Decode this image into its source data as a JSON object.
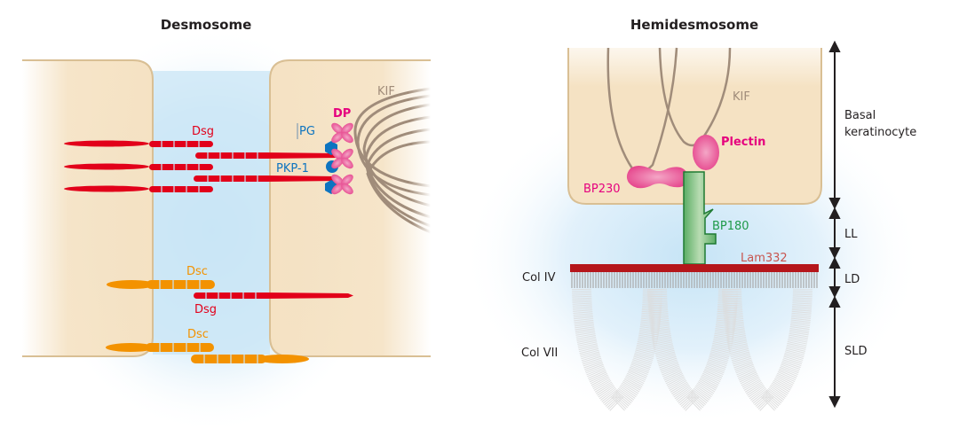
{
  "panels": {
    "desmosome": {
      "title": "Desmosome",
      "labels": {
        "dsg_top": "Dsg",
        "pg": "PG",
        "dp": "DP",
        "kif": "KIF",
        "pkp1": "PKP-1",
        "dsc_1": "Dsc",
        "dsg_bottom": "Dsg",
        "dsc_2": "Dsc"
      }
    },
    "hemidesmosome": {
      "title": "Hemidesmosome",
      "labels": {
        "kif": "KIF",
        "plectin": "Plectin",
        "bp230": "BP230",
        "bp180": "BP180",
        "lam332": "Lam332",
        "col_iv": "Col IV",
        "col_vii": "Col VII"
      },
      "layers": [
        {
          "id": "basal",
          "line1": "Basal",
          "line2": "keratinocyte"
        },
        {
          "id": "ll",
          "line1": "LL"
        },
        {
          "id": "ld",
          "line1": "LD"
        },
        {
          "id": "sld",
          "line1": "SLD"
        }
      ]
    }
  },
  "colors": {
    "cell_fill": "#f5e2c3",
    "cell_border": "#d9bf94",
    "intercellular": "#c6e4f6",
    "dsg": "#e2001a",
    "dsc": "#f39200",
    "pg_pkp": "#0d74c0",
    "dp_plectin": "#e5418a",
    "kif": "#a08c7a",
    "bp180": "#3e9b4f",
    "lam332": "#b5161b",
    "col_iv": "#a7a7a7",
    "col_vii": "#dcdcdc",
    "text_dark": "#231f20"
  }
}
